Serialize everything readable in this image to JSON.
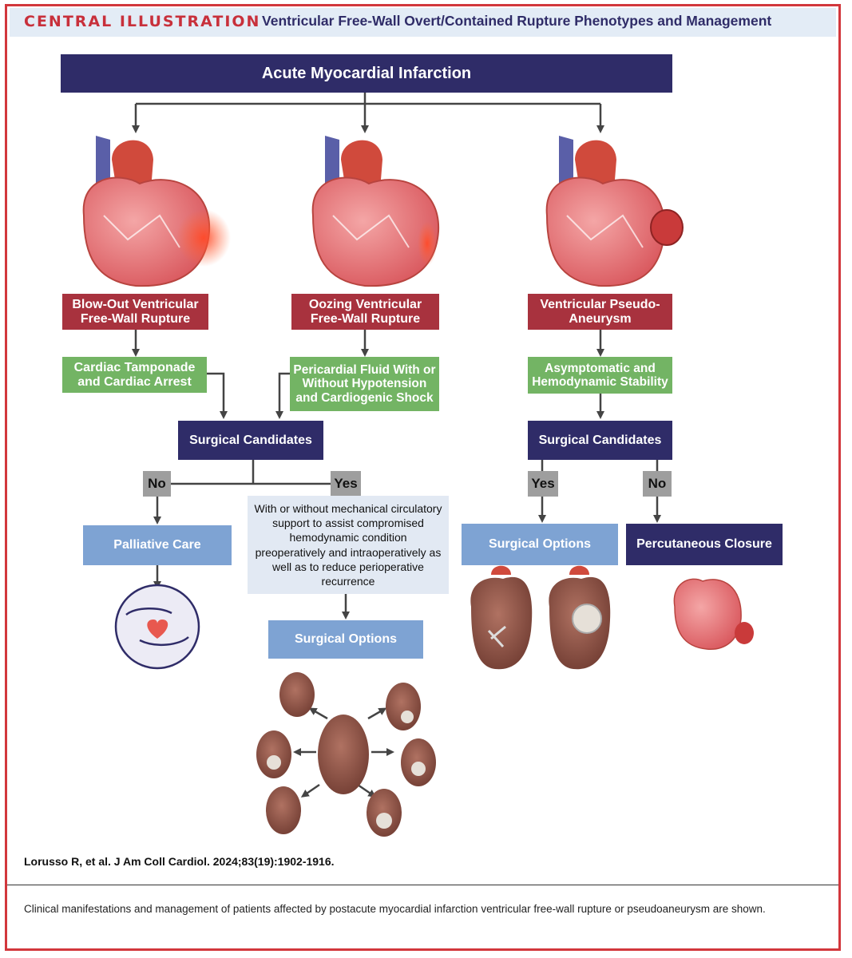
{
  "header": {
    "label": "CENTRAL ILLUSTRATION",
    "title": "Ventricular Free-Wall Overt/Contained Rupture Phenotypes and Management"
  },
  "diagram": {
    "root": "Acute Myocardial Infarction",
    "phenotypes": {
      "blowout": "Blow-Out Ventricular Free-Wall Rupture",
      "oozing": "Oozing Ventricular Free-Wall Rupture",
      "pseudo": "Ventricular Pseudo-Aneurysm"
    },
    "presentations": {
      "tamponade": "Cardiac Tamponade and Cardiac Arrest",
      "fluid": "Pericardial Fluid With or Without Hypotension and Cardiogenic Shock",
      "stable": "Asymptomatic and Hemodynamic Stability"
    },
    "candidates_left": "Surgical Candidates",
    "candidates_right": "Surgical Candidates",
    "no_left": "No",
    "yes_left": "Yes",
    "yes_right": "Yes",
    "no_right": "No",
    "palliative": "Palliative Care",
    "support_note": "With or without mechanical circulatory support to assist compromised hemodynamic condition preoperatively and intraoperatively as well as to reduce perioperative recurrence",
    "surgical_options_left": "Surgical Options",
    "surgical_options_right": "Surgical Options",
    "percutaneous": "Percutaneous Closure"
  },
  "citation": "Lorusso R, et al. J Am Coll Cardiol. 2024;83(19):1902-1916.",
  "caption": "Clinical manifestations and management of patients affected by postacute myocardial infarction ventricular free-wall rupture or pseudoaneurysm are shown.",
  "colors": {
    "navy": "#2f2c68",
    "red": "#a8323e",
    "green": "#73b464",
    "blue": "#7ea3d3",
    "gray": "#9e9e9e",
    "border": "#d2373c"
  },
  "icons": [
    "heart-anatomy-icon",
    "palliative-hands-heart-icon",
    "surgical-heart-icon"
  ]
}
